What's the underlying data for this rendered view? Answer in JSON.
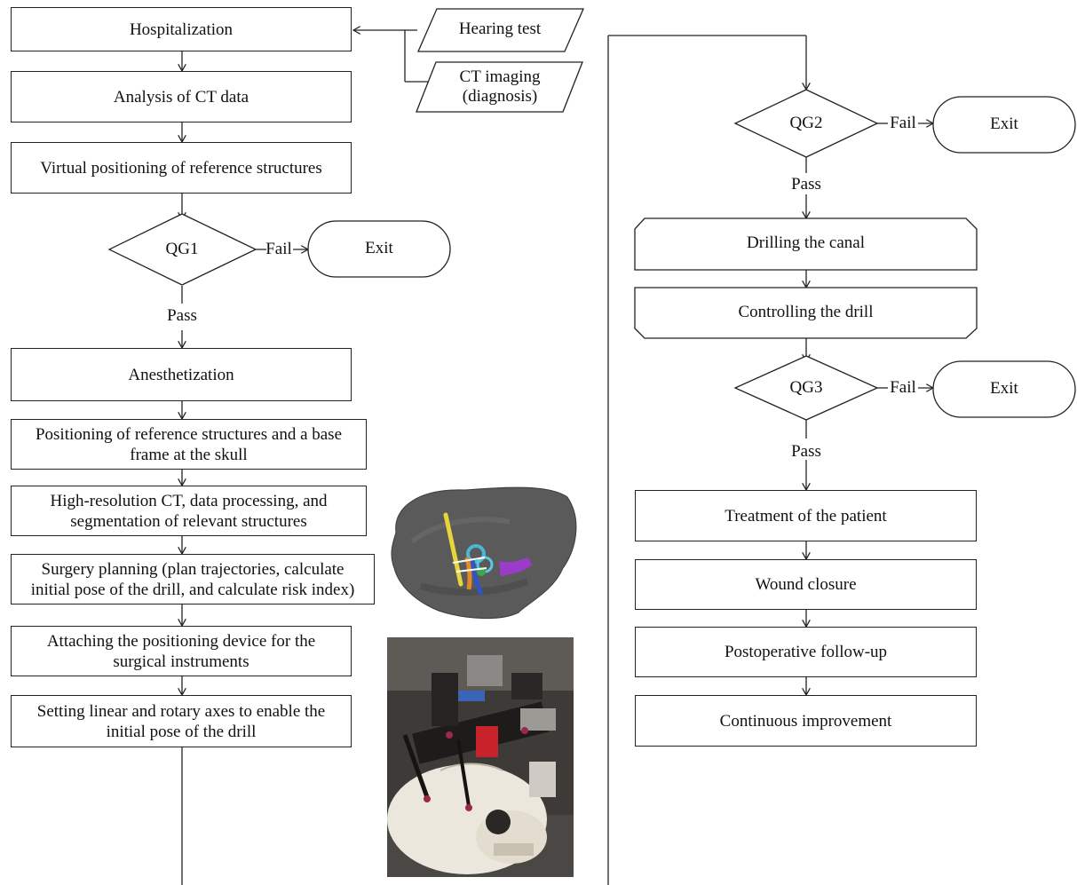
{
  "left": {
    "hospitalization": "Hospitalization",
    "analysis_ct": "Analysis of CT data",
    "virtual_positioning": "Virtual positioning of reference structures",
    "qg1": "QG1",
    "anesthetization": "Anesthetization",
    "positioning_ref_l1": "Positioning of reference structures and a base",
    "positioning_ref_l2": "frame at the skull",
    "hr_ct_l1": "High-resolution CT, data processing, and",
    "hr_ct_l2": "segmentation of relevant structures",
    "surgery_planning_l1": "Surgery planning (plan trajectories, calculate",
    "surgery_planning_l2": "initial pose of the drill, and calculate risk index)",
    "attaching_l1": "Attaching the positioning device for the",
    "attaching_l2": "surgical instruments",
    "setting_axes_l1": "Setting linear and rotary axes to enable the",
    "setting_axes_l2": "initial pose of the drill"
  },
  "inputs": {
    "hearing_test": "Hearing test",
    "ct_imaging_l1": "CT imaging",
    "ct_imaging_l2": "(diagnosis)"
  },
  "right": {
    "qg2": "QG2",
    "drilling": "Drilling the canal",
    "controlling": "Controlling the drill",
    "qg3": "QG3",
    "treatment": "Treatment of the patient",
    "wound": "Wound closure",
    "postop": "Postoperative follow-up",
    "improvement": "Continuous improvement"
  },
  "common": {
    "fail": "Fail",
    "pass": "Pass",
    "exit": "Exit"
  },
  "images": {
    "skull_model": "3d-skull-segmentation-image",
    "skull_device": "positioning-device-on-skull-photo"
  }
}
